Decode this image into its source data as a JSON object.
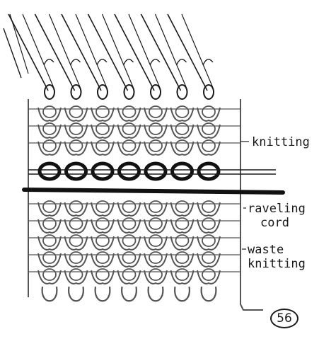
{
  "labels": {
    "knitting": "knitting",
    "raveling_line1": "raveling",
    "raveling_line2": "cord",
    "waste_line1": "waste",
    "waste_line2": "knitting"
  },
  "figure_number": "56",
  "colors": {
    "ink": "#1a1a1a",
    "yarn": "#555555",
    "cord": "#111111",
    "background": "#ffffff"
  },
  "diagram": {
    "needle_columns": 7,
    "knitting_rows": 3,
    "waste_rows": 5
  }
}
